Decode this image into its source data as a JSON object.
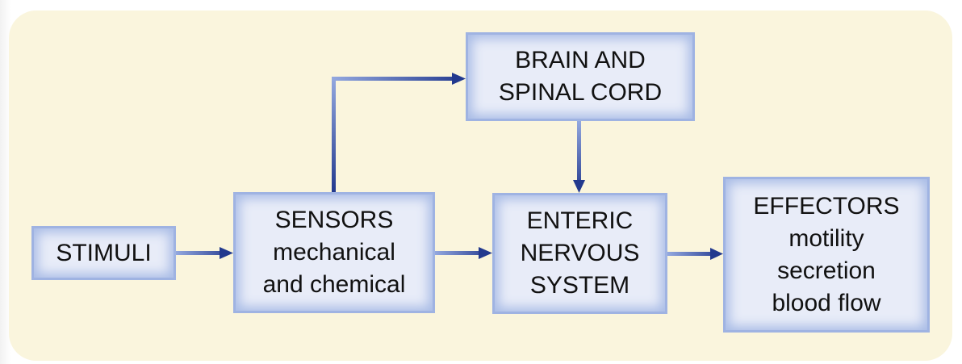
{
  "diagram": {
    "type": "flowchart",
    "colors": {
      "background_panel": "#faf5dd",
      "box_fill": "#e8ecf8",
      "box_bevel": "#9fb3e2",
      "arrow_light": "#93a8df",
      "arrow_dark": "#22398e",
      "text": "#111111"
    },
    "nodes": [
      {
        "id": "stimuli",
        "lines": [
          "STIMULI"
        ]
      },
      {
        "id": "sensors",
        "lines": [
          "SENSORS",
          "mechanical",
          "and chemical"
        ]
      },
      {
        "id": "brain",
        "lines": [
          "BRAIN AND",
          "SPINAL CORD"
        ]
      },
      {
        "id": "enteric",
        "lines": [
          "ENTERIC",
          "NERVOUS",
          "SYSTEM"
        ]
      },
      {
        "id": "effectors",
        "lines": [
          "EFFECTORS",
          "motility",
          "secretion",
          "blood flow"
        ]
      }
    ],
    "edges": [
      {
        "from": "stimuli",
        "to": "sensors"
      },
      {
        "from": "sensors",
        "to": "brain"
      },
      {
        "from": "sensors",
        "to": "enteric"
      },
      {
        "from": "brain",
        "to": "enteric"
      },
      {
        "from": "enteric",
        "to": "effectors"
      }
    ]
  }
}
